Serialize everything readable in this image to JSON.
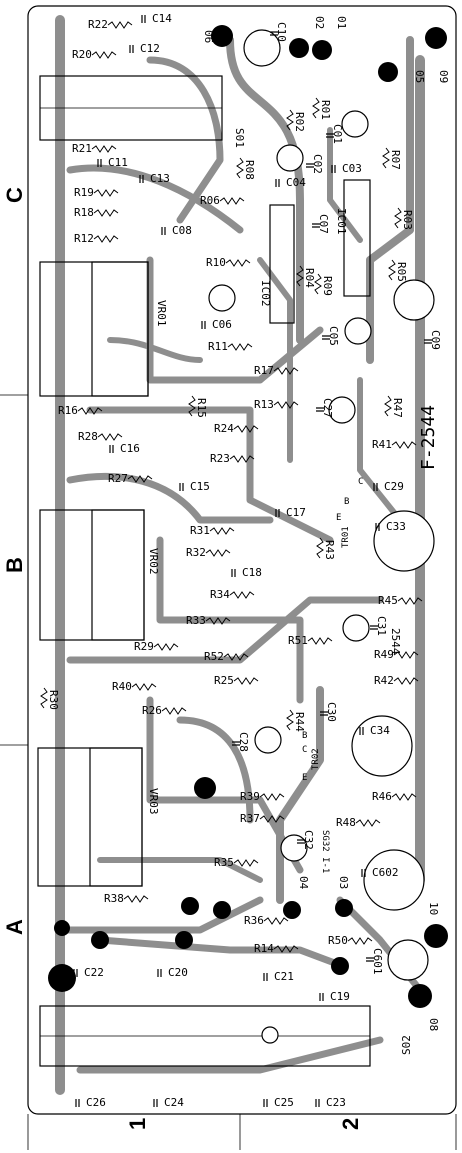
{
  "board": {
    "code": "F-2544",
    "code_mirrored": "2544",
    "grid_rows": [
      "C",
      "B",
      "A"
    ],
    "grid_cols": [
      "1",
      "2"
    ]
  },
  "sockets": [
    "S01",
    "S02"
  ],
  "pots": [
    "VR01",
    "VR02",
    "VR03"
  ],
  "ics": [
    "IC01",
    "IC02"
  ],
  "transistors": [
    "TR01",
    "TR02"
  ],
  "transistor_pins": [
    "E",
    "C",
    "B"
  ],
  "ic_ident": "SG32 I-1",
  "terminals": [
    "06",
    "05",
    "09",
    "02",
    "01",
    "04",
    "03",
    "10",
    "08"
  ],
  "resistors": [
    "R22",
    "R20",
    "R21",
    "R19",
    "R18",
    "R12",
    "R06",
    "R10",
    "R08",
    "R02",
    "R01",
    "R07",
    "R03",
    "R04",
    "R09",
    "R05",
    "R11",
    "R17",
    "R15",
    "R16",
    "R13",
    "R47",
    "R28",
    "R24",
    "R41",
    "R23",
    "R27",
    "R31",
    "R43",
    "R32",
    "R34",
    "R45",
    "R33",
    "R51",
    "R29",
    "R52",
    "R49",
    "R30",
    "R40",
    "R25",
    "R42",
    "R26",
    "R44",
    "R39",
    "R37",
    "R46",
    "R48",
    "R35",
    "R38",
    "R36",
    "R50",
    "R14"
  ],
  "capacitors": [
    "C14",
    "C12",
    "C11",
    "C13",
    "C10",
    "C01",
    "C02",
    "C04",
    "C03",
    "C08",
    "C07",
    "C06",
    "C05",
    "C09",
    "C27",
    "C16",
    "C29",
    "C15",
    "C17",
    "C33",
    "C18",
    "C31",
    "C30",
    "C28",
    "C34",
    "C32",
    "C602",
    "C601",
    "C22",
    "C20",
    "C21",
    "C19",
    "C26",
    "C24",
    "C25",
    "C23"
  ],
  "colors": {
    "trace": "#8e8e8e",
    "ink": "#000000",
    "paper": "#ffffff"
  }
}
